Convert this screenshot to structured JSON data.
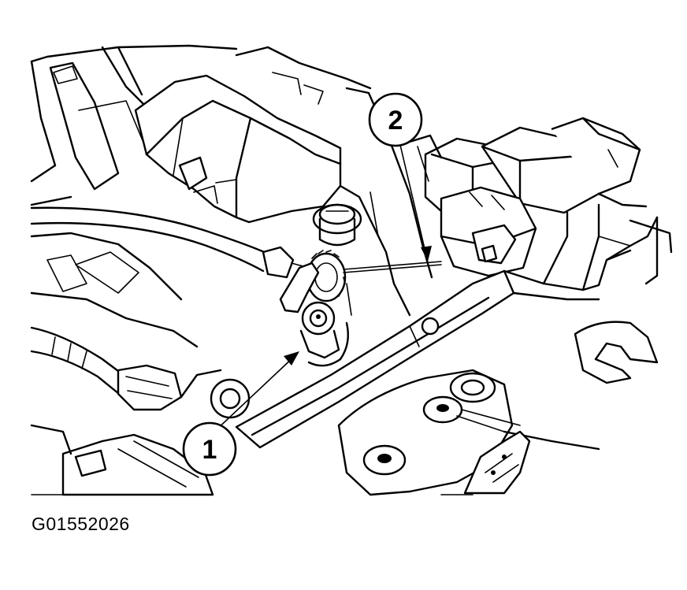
{
  "figure": {
    "code": "G01552026",
    "callouts": [
      {
        "id": "callout-1",
        "label": "1"
      },
      {
        "id": "callout-2",
        "label": "2"
      }
    ]
  },
  "colors": {
    "line": "#000000",
    "background": "#ffffff"
  }
}
